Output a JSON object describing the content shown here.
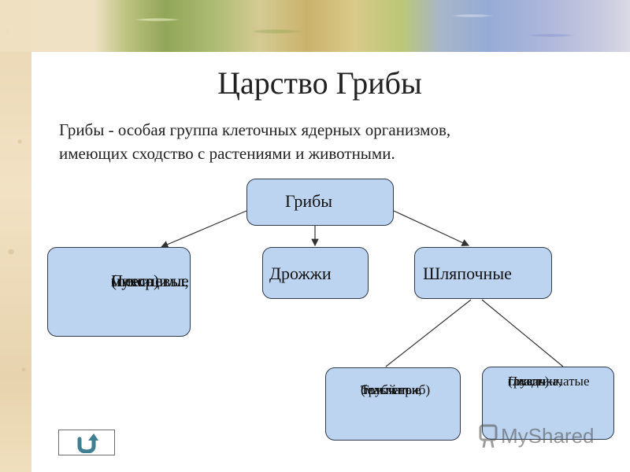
{
  "slide": {
    "title": "Царство Грибы",
    "subtitle_line1": "Грибы - особая группа клеточных ядерных организмов,",
    "subtitle_line2": "имеющих сходство с растениями и животными."
  },
  "diagram": {
    "root": "Грибы",
    "mold": [
      "Плесневые",
      "(пеницилл,",
      "мукор)"
    ],
    "yeast": "Дрожжи",
    "cap": "Шляпочные",
    "tubular": [
      "Трубчатые",
      "(масленок,",
      "белый гриб)"
    ],
    "lamellar": [
      "Пластинчатые",
      "(лисичка,",
      "груздь)"
    ]
  },
  "navigation": {
    "back_icon": "u-turn-arrow-icon"
  },
  "watermark": {
    "text": "MyShared"
  },
  "colors": {
    "box_fill": "#bcd4f0",
    "box_border": "#2f3b48",
    "button_icon": "#3f7f92"
  }
}
